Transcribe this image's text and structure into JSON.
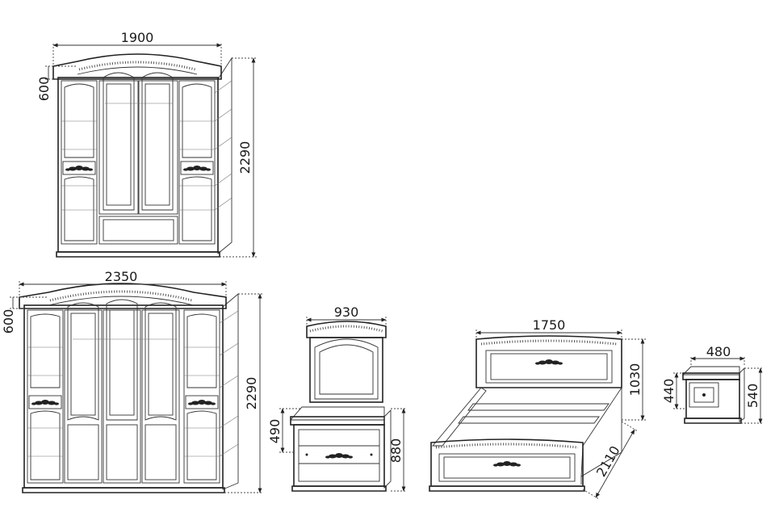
{
  "wardrobe4": {
    "width_label": "1900",
    "crown_label": "600",
    "height_label": "2290"
  },
  "wardrobe5": {
    "width_label": "2350",
    "crown_label": "600",
    "height_label": "2290"
  },
  "dresser": {
    "width_label": "930",
    "top_label": "490",
    "height_label": "880"
  },
  "bed": {
    "width_label": "1750",
    "height_label": "1030",
    "length_label": "2110"
  },
  "nightstand": {
    "width_label": "480",
    "top_label": "440",
    "height_label": "540"
  }
}
